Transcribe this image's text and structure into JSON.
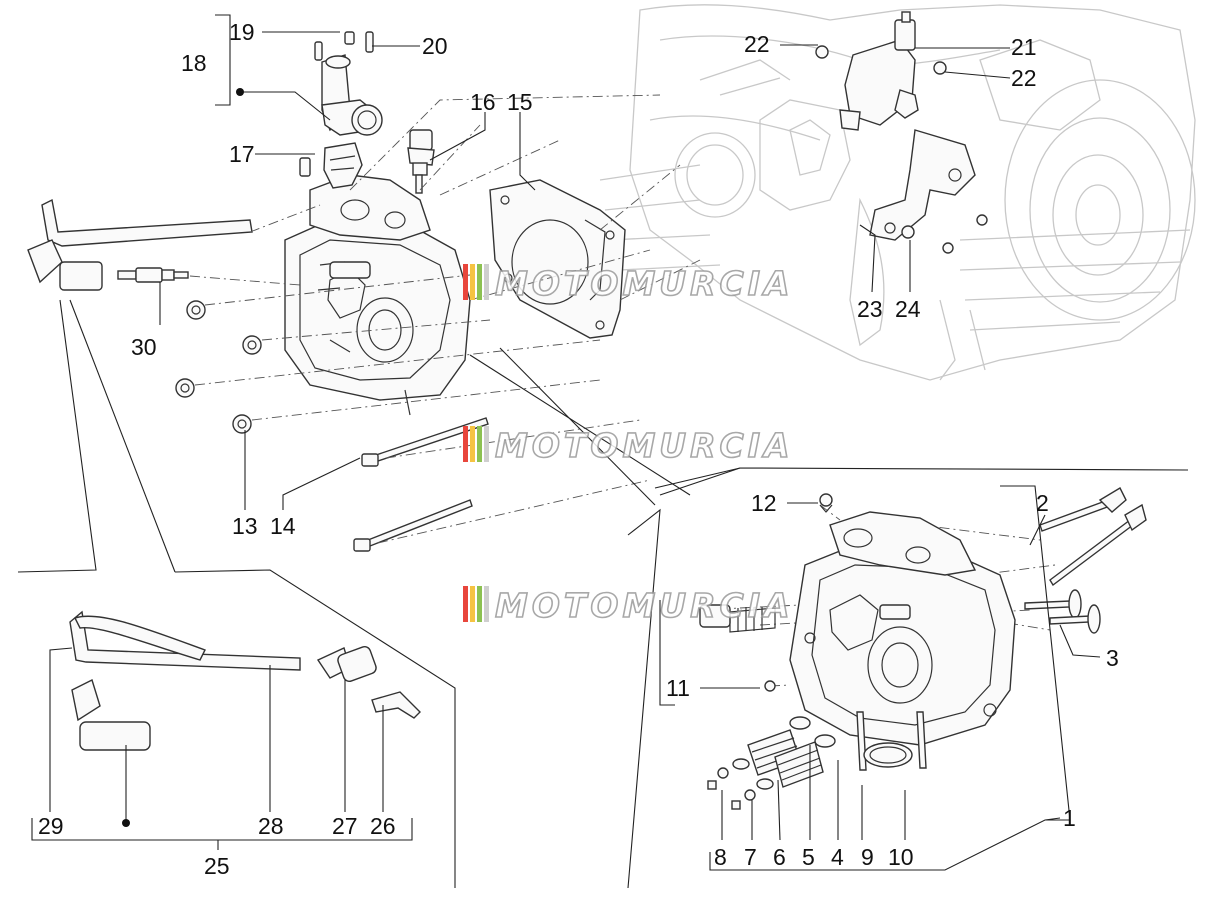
{
  "watermark": {
    "text": "MOTOMURCIA",
    "stripe_colors": [
      "#e8463c",
      "#f5c342",
      "#8cc152",
      "#cfcfcf"
    ]
  },
  "callouts": [
    {
      "id": "c1",
      "label": "1"
    },
    {
      "id": "c2",
      "label": "2"
    },
    {
      "id": "c3",
      "label": "3"
    },
    {
      "id": "c4",
      "label": "4"
    },
    {
      "id": "c5",
      "label": "5"
    },
    {
      "id": "c6",
      "label": "6"
    },
    {
      "id": "c7",
      "label": "7"
    },
    {
      "id": "c8",
      "label": "8"
    },
    {
      "id": "c9",
      "label": "9"
    },
    {
      "id": "c10",
      "label": "10"
    },
    {
      "id": "c11",
      "label": "11"
    },
    {
      "id": "c12",
      "label": "12"
    },
    {
      "id": "c13",
      "label": "13"
    },
    {
      "id": "c14",
      "label": "14"
    },
    {
      "id": "c15",
      "label": "15"
    },
    {
      "id": "c16",
      "label": "16"
    },
    {
      "id": "c17",
      "label": "17"
    },
    {
      "id": "c18",
      "label": "18"
    },
    {
      "id": "c19",
      "label": "19"
    },
    {
      "id": "c20",
      "label": "20"
    },
    {
      "id": "c21",
      "label": "21"
    },
    {
      "id": "c22a",
      "label": "22"
    },
    {
      "id": "c22b",
      "label": "22"
    },
    {
      "id": "c23",
      "label": "23"
    },
    {
      "id": "c24",
      "label": "24"
    },
    {
      "id": "c25",
      "label": "25"
    },
    {
      "id": "c26",
      "label": "26"
    },
    {
      "id": "c27",
      "label": "27"
    },
    {
      "id": "c28",
      "label": "28"
    },
    {
      "id": "c29",
      "label": "29"
    },
    {
      "id": "c30",
      "label": "30"
    }
  ]
}
